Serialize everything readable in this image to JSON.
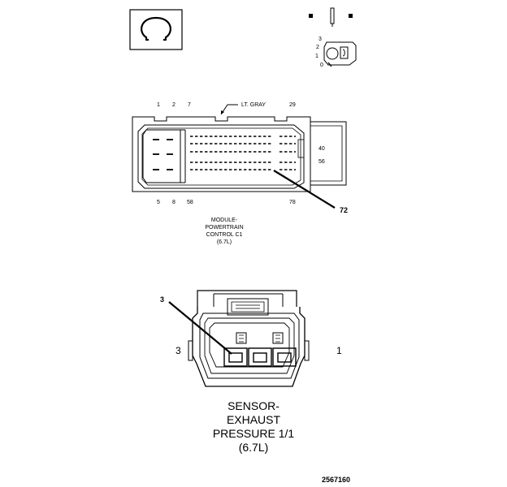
{
  "top_legend": {
    "terminal_labels": [
      "3",
      "2",
      "1",
      "0"
    ]
  },
  "pcm_connector": {
    "top_pins": [
      "1",
      "2",
      "7"
    ],
    "top_right_pin": "29",
    "color_label": "LT. GRAY",
    "side_pins": [
      "40",
      "56"
    ],
    "bottom_pins": [
      "5",
      "8",
      "58"
    ],
    "bottom_right_pin": "78",
    "callout": "72",
    "caption_lines": [
      "MODULE-",
      "POWERTRAIN",
      "CONTROL C1",
      "(6.7L)"
    ]
  },
  "sensor_connector": {
    "callout": "3",
    "left_label": "3",
    "right_label": "1",
    "caption_lines": [
      "SENSOR-",
      "EXHAUST",
      "PRESSURE 1/1",
      "(6.7L)"
    ]
  },
  "figure_id": "2567160"
}
